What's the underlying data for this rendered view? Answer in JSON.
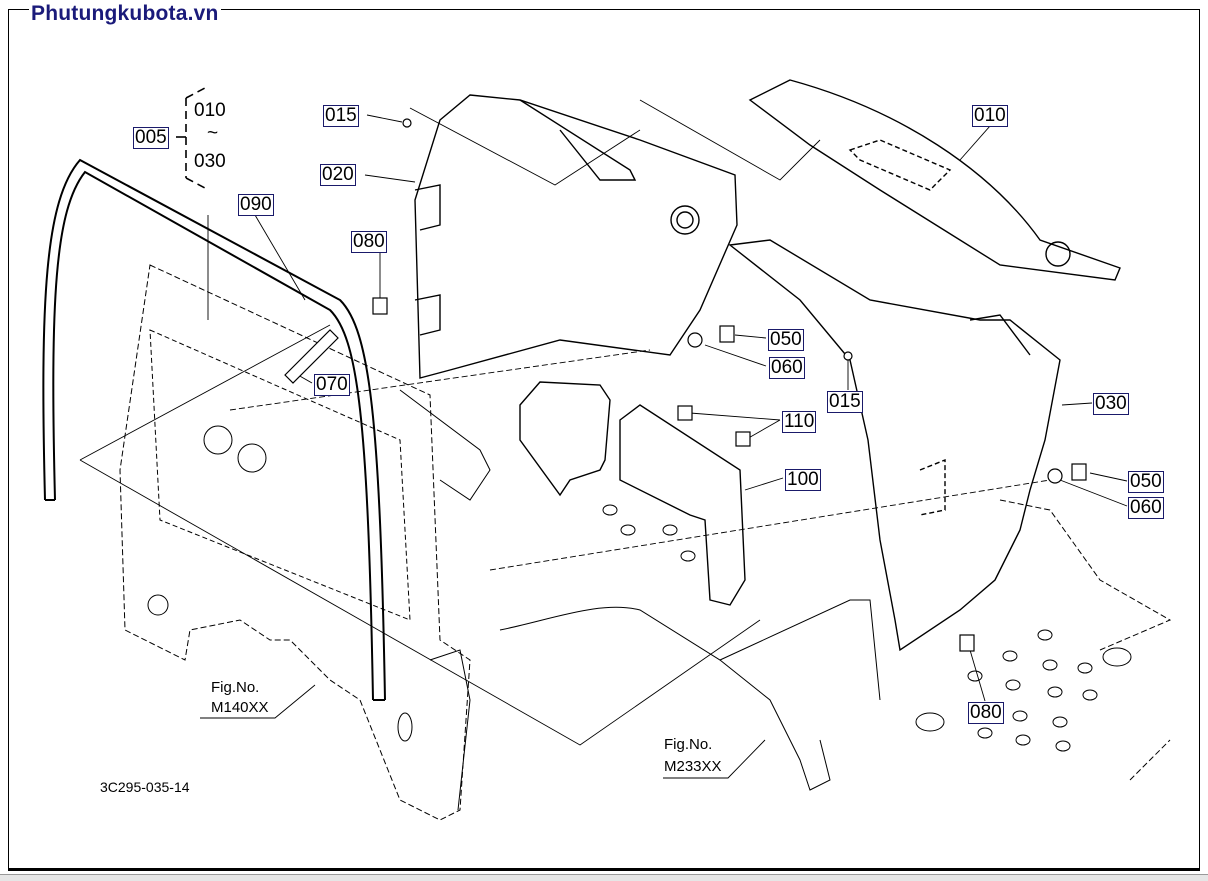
{
  "brand": "Phutungkubota.vn",
  "diagram_code": "3C295-035-14",
  "assembly": {
    "label": "005",
    "range_start": "010",
    "range_sep": "~",
    "range_end": "030"
  },
  "callouts": {
    "c015a": "015",
    "c020": "020",
    "c080a": "080",
    "c090": "090",
    "c070": "070",
    "c050a": "050",
    "c060a": "060",
    "c015b": "015",
    "c110": "110",
    "c100": "100",
    "c030": "030",
    "c050b": "050",
    "c060b": "060",
    "c080b": "080",
    "c010": "010"
  },
  "figure_refs": [
    {
      "label": "Fig.No.",
      "code": "M140XX"
    },
    {
      "label": "Fig.No.",
      "code": "M233XX"
    }
  ]
}
